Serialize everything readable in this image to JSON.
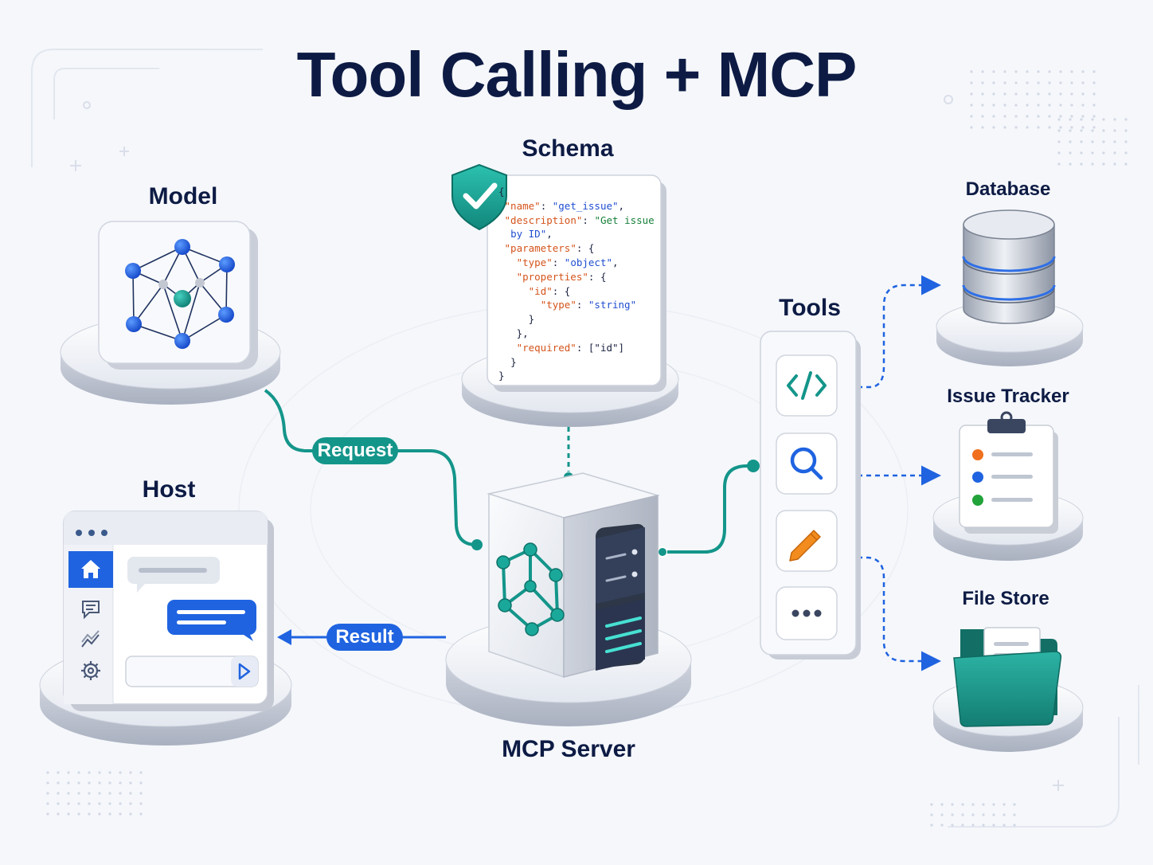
{
  "title": "Tool Calling + MCP",
  "nodes": {
    "model": "Model",
    "schema": "Schema",
    "tools": "Tools",
    "host": "Host",
    "mcp_server": "MCP Server",
    "database": "Database",
    "issue_tracker": "Issue Tracker",
    "file_store": "File Store"
  },
  "connectors": {
    "request": "Request",
    "result": "Result"
  },
  "schema_code": {
    "l1": "{",
    "l2_key": "\"name\"",
    "l2_val": "\"get_issue\"",
    "l3_key": "\"description\"",
    "l3_val": "\"Get issue",
    "l4_val": "by ID\"",
    "l5_key": "\"parameters\"",
    "l6_key": "\"type\"",
    "l6_val": "\"object\"",
    "l7_key": "\"properties\"",
    "l8_key": "\"id\"",
    "l9_key": "\"type\"",
    "l9_val": "\"string\"",
    "l10": "}",
    "l11": "},",
    "l12_key": "\"required\"",
    "l12_val": "[\"id\"]",
    "l13": "}",
    "l14": "}"
  },
  "tool_icons": [
    "code-icon",
    "search-icon",
    "pencil-icon",
    "more-icon"
  ],
  "colors": {
    "teal": "#14958a",
    "blue": "#1f63e0",
    "navy": "#0d1b44",
    "orange": "#f28c1e",
    "green": "#22a33a"
  }
}
